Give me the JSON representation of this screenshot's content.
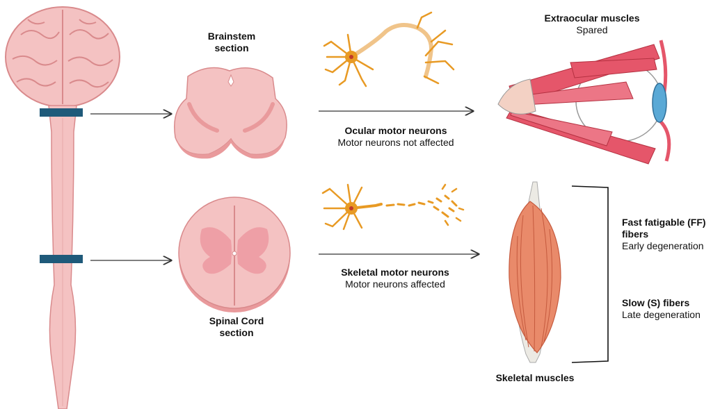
{
  "colors": {
    "tissue": "#f4c2c2",
    "tissue_dark": "#e99a9c",
    "tissue_outline": "#d98a8c",
    "grey_matter": "#ee9fa6",
    "neuron": "#e89a24",
    "neuron_nucleus": "#c0392b",
    "section_band": "#1f5a7a",
    "eye_muscle": "#e5566a",
    "skeletal_muscle": "#e98a6a",
    "iris": "#5aa9d6",
    "arrow": "#333333"
  },
  "labels": {
    "brainstem": [
      "Brainstem",
      "section"
    ],
    "spinal_cord": [
      "Spinal Cord",
      "section"
    ],
    "ocular_title": "Ocular motor neurons",
    "ocular_sub": "Motor neurons not affected",
    "skeletal_title": "Skeletal motor neurons",
    "skeletal_sub": "Motor neurons affected",
    "extraocular_title": "Extraocular muscles",
    "extraocular_sub": "Spared",
    "skeletal_muscles": "Skeletal muscles",
    "ff_title": [
      "Fast fatigable (FF)",
      "fibers"
    ],
    "ff_sub": "Early degeneration",
    "slow_title": "Slow (S) fibers",
    "slow_sub": "Late degeneration"
  }
}
